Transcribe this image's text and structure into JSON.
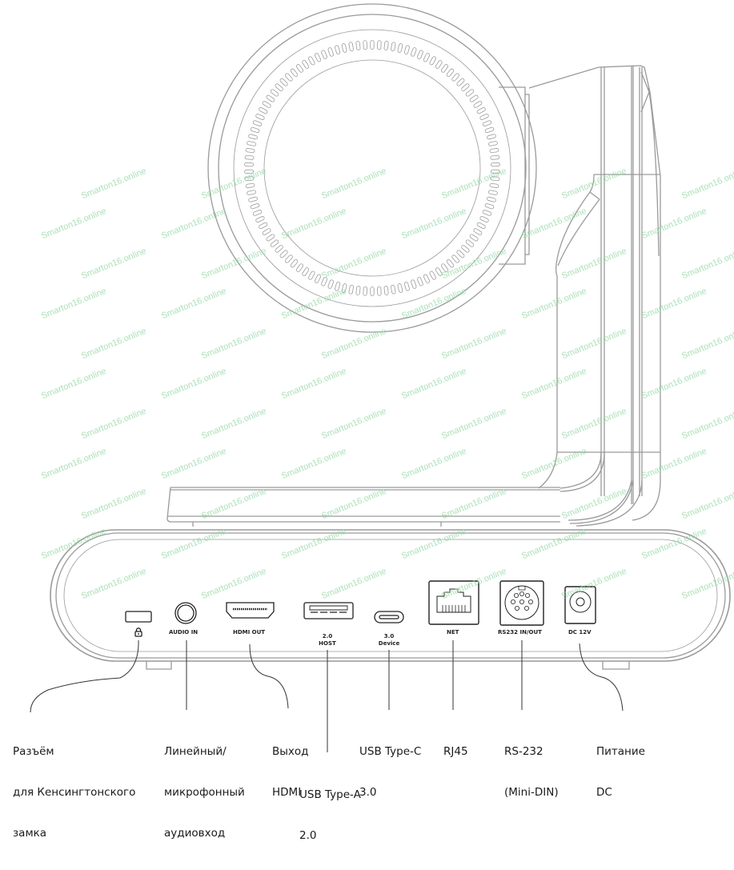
{
  "diagram": {
    "subject": "PTZ camera rear view",
    "line_color": "#9a9a9a",
    "port_stroke_color": "#222222",
    "leader_color": "#333333",
    "watermark": {
      "text": "Smarton16.online",
      "color": "#8fd6a0"
    },
    "ports": [
      {
        "id": "kensington",
        "label": "",
        "icon": "padlock-icon"
      },
      {
        "id": "audio",
        "label": "AUDIO IN"
      },
      {
        "id": "hdmi",
        "label": "HDMI OUT"
      },
      {
        "id": "usba",
        "label_line1": "2.0",
        "label_line2": "HOST"
      },
      {
        "id": "usbc",
        "label_line1": "3.0",
        "label_line2": "Device"
      },
      {
        "id": "net",
        "label": "NET"
      },
      {
        "id": "rs232",
        "label": "RS232 IN/OUT"
      },
      {
        "id": "dc",
        "label": "DC 12V"
      }
    ],
    "callouts": [
      {
        "id": "kensington",
        "lines": [
          "Разъём",
          "для Кенсингтонского",
          "замка"
        ]
      },
      {
        "id": "audio",
        "lines": [
          "Линейный/",
          "микрофонный",
          "аудиовход"
        ]
      },
      {
        "id": "hdmi",
        "lines": [
          "Выход",
          "HDMI"
        ]
      },
      {
        "id": "usba",
        "lines": [
          "USB Type-A",
          "2.0"
        ]
      },
      {
        "id": "usbc",
        "lines": [
          "USB Type-C",
          "3.0"
        ]
      },
      {
        "id": "net",
        "lines": [
          "RJ45"
        ]
      },
      {
        "id": "rs232",
        "lines": [
          "RS-232",
          "(Mini-DIN)"
        ]
      },
      {
        "id": "dc",
        "lines": [
          "Питание",
          "DC"
        ]
      }
    ]
  }
}
